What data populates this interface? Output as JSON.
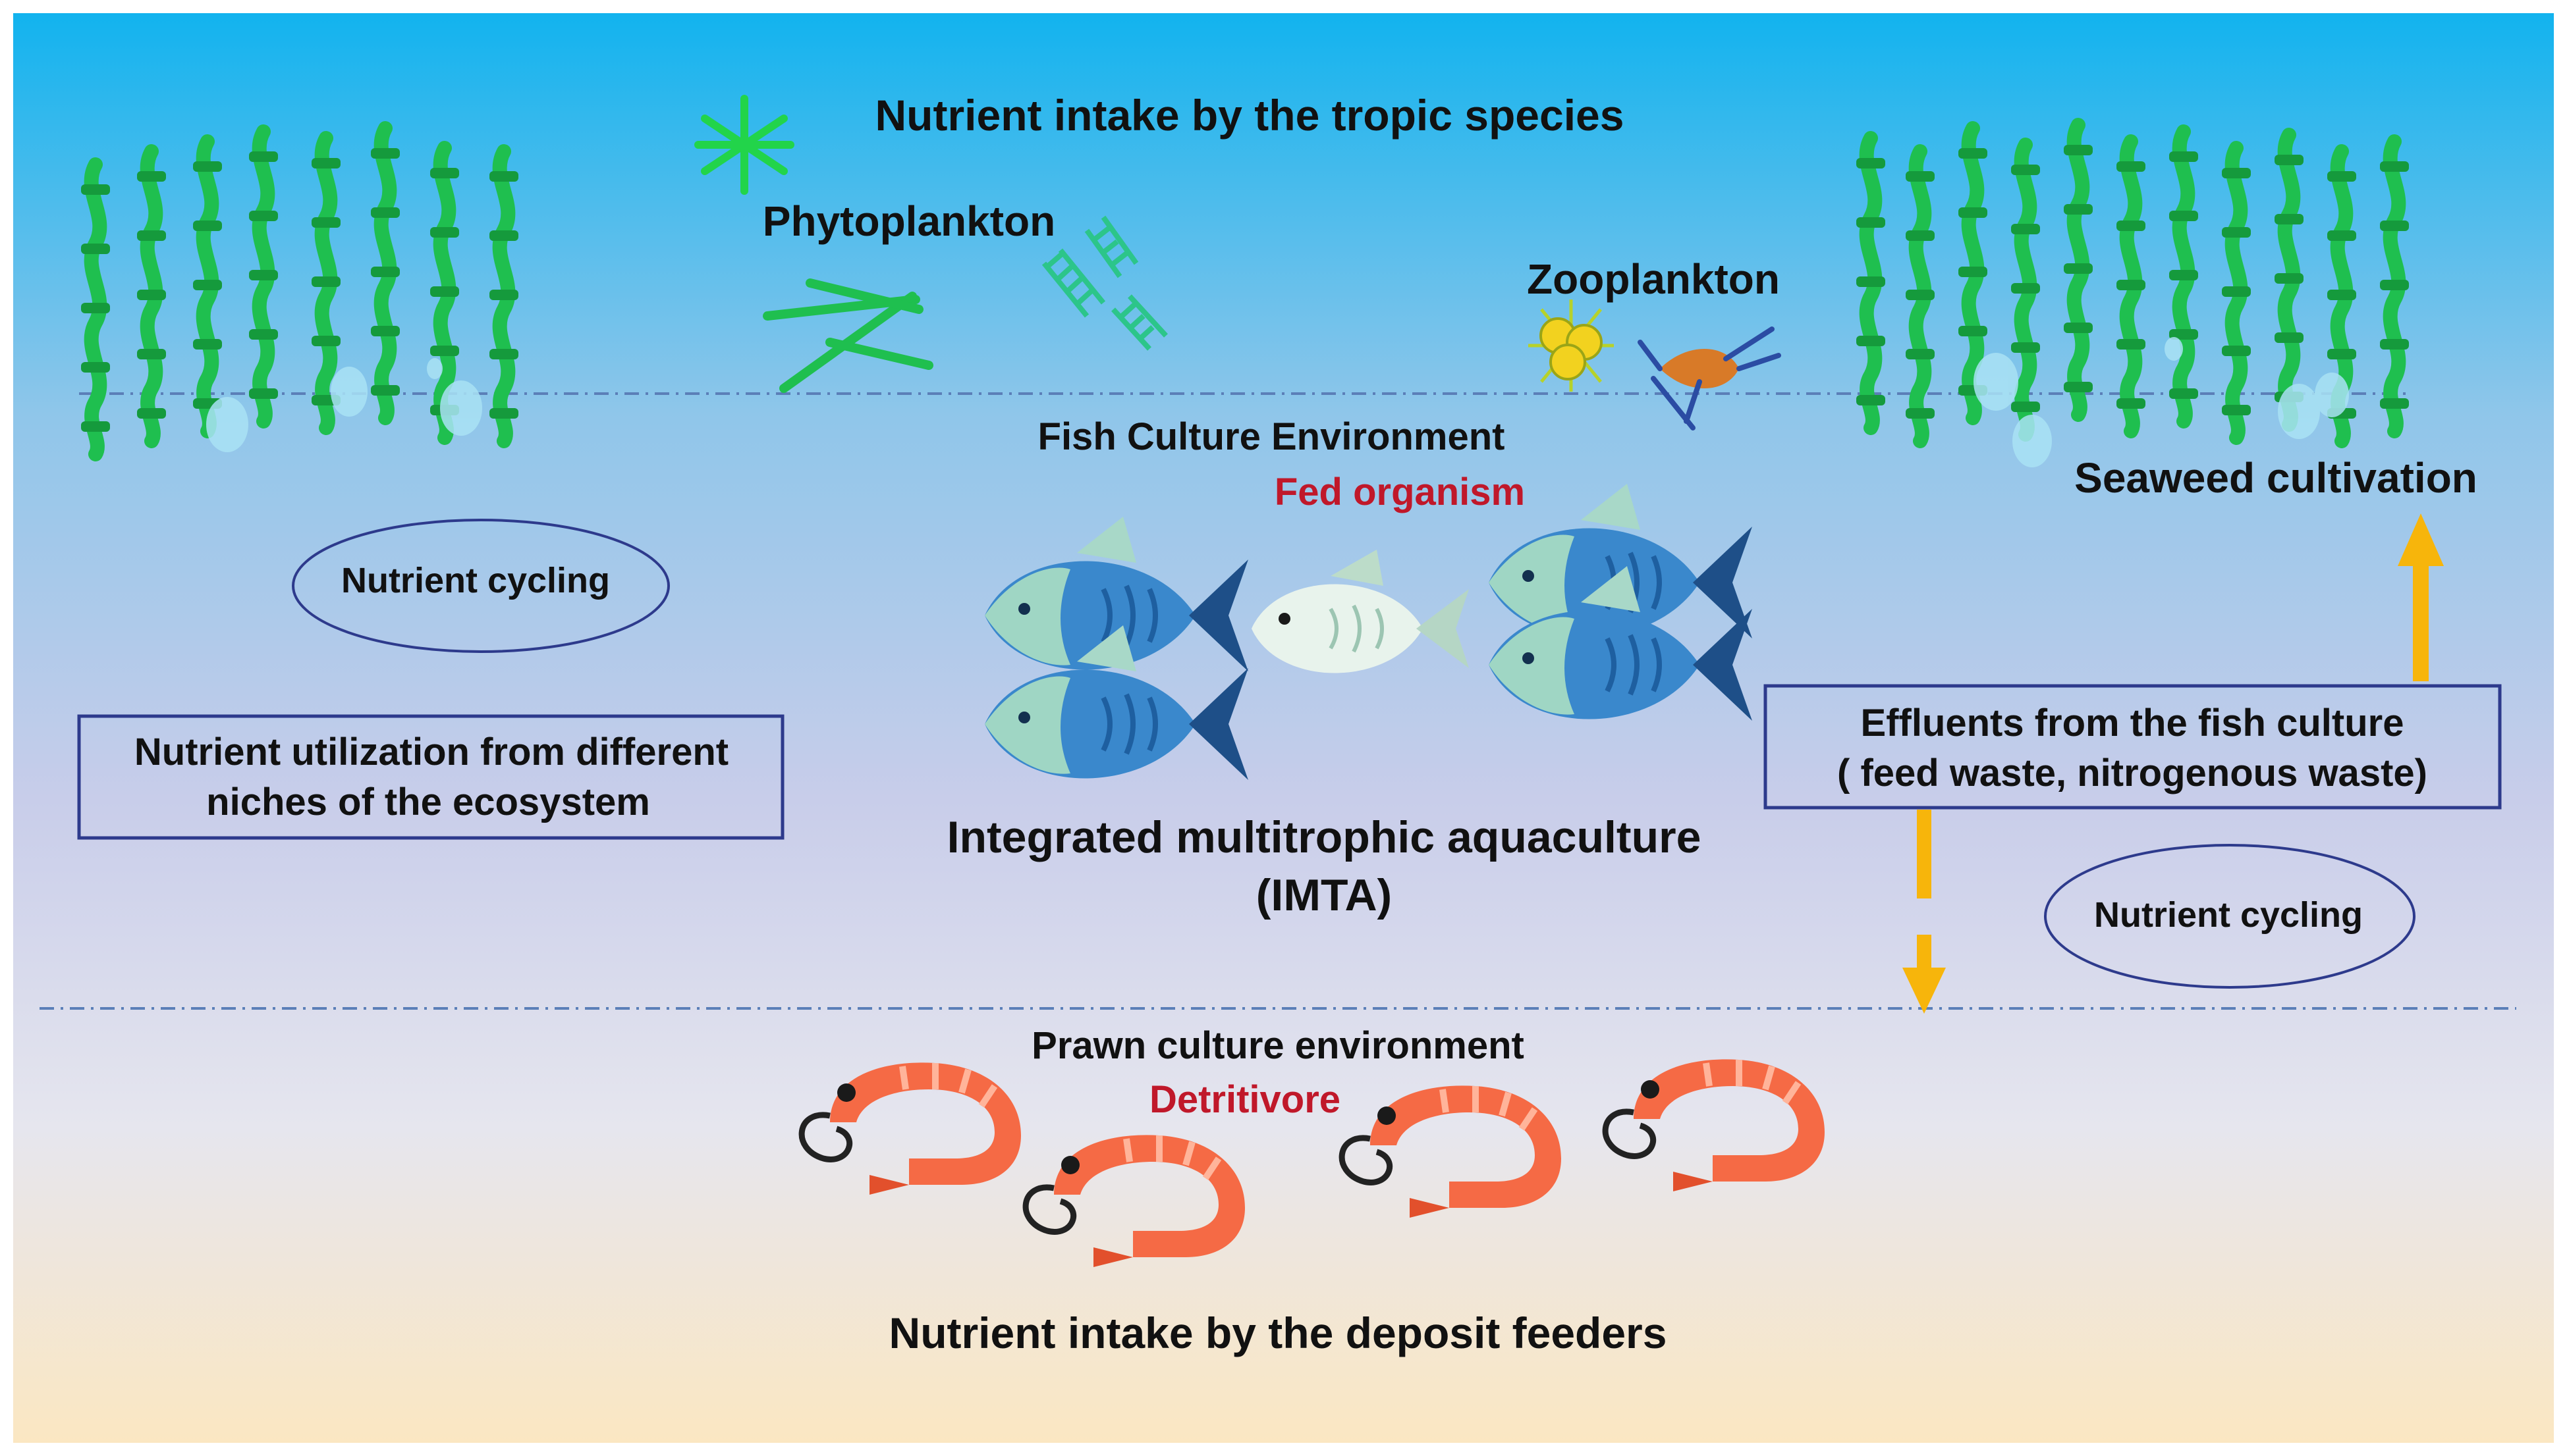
{
  "labels": {
    "top_heading": "Nutrient intake by the tropic species",
    "phytoplankton": "Phytoplankton",
    "zooplankton": "Zooplankton",
    "fish_env": "Fish Culture Environment",
    "fed_organism": "Fed organism",
    "seaweed": "Seaweed cultivation",
    "cycling_left": "Nutrient cycling",
    "cycling_right": "Nutrient cycling",
    "utilization_line1": "Nutrient utilization from different",
    "utilization_line2": "niches of the ecosystem",
    "effluents_line1": "Effluents from the fish culture",
    "effluents_line2": "( feed waste, nitrogenous waste)",
    "imta_line1": "Integrated multitrophic aquaculture",
    "imta_line2": "(IMTA)",
    "prawn_env": "Prawn culture environment",
    "detritivore": "Detritivore",
    "bottom_heading": "Nutrient intake by the deposit feeders"
  },
  "colors": {
    "sky_top": "#12b3ee",
    "sky_mid": "#8fc6ea",
    "deep": "#c8cdea",
    "sand": "#fbe7c2",
    "seaweed": "#1fbf4f",
    "seaweed_dark": "#159a3c",
    "fish_dark": "#2a6fb5",
    "fish_light": "#6fb8e8",
    "fish_pale": "#9fd6c4",
    "shrimp": "#f56a45",
    "accent_red": "#c0182a",
    "arrow": "#f7b50b",
    "box_border": "#2d3a8c",
    "text": "#111111"
  },
  "icons": [
    "seaweed-icon",
    "phytoplankton-icon",
    "zooplankton-icon",
    "fish-icon",
    "shrimp-icon",
    "bubble-icon",
    "arrow-icon"
  ]
}
